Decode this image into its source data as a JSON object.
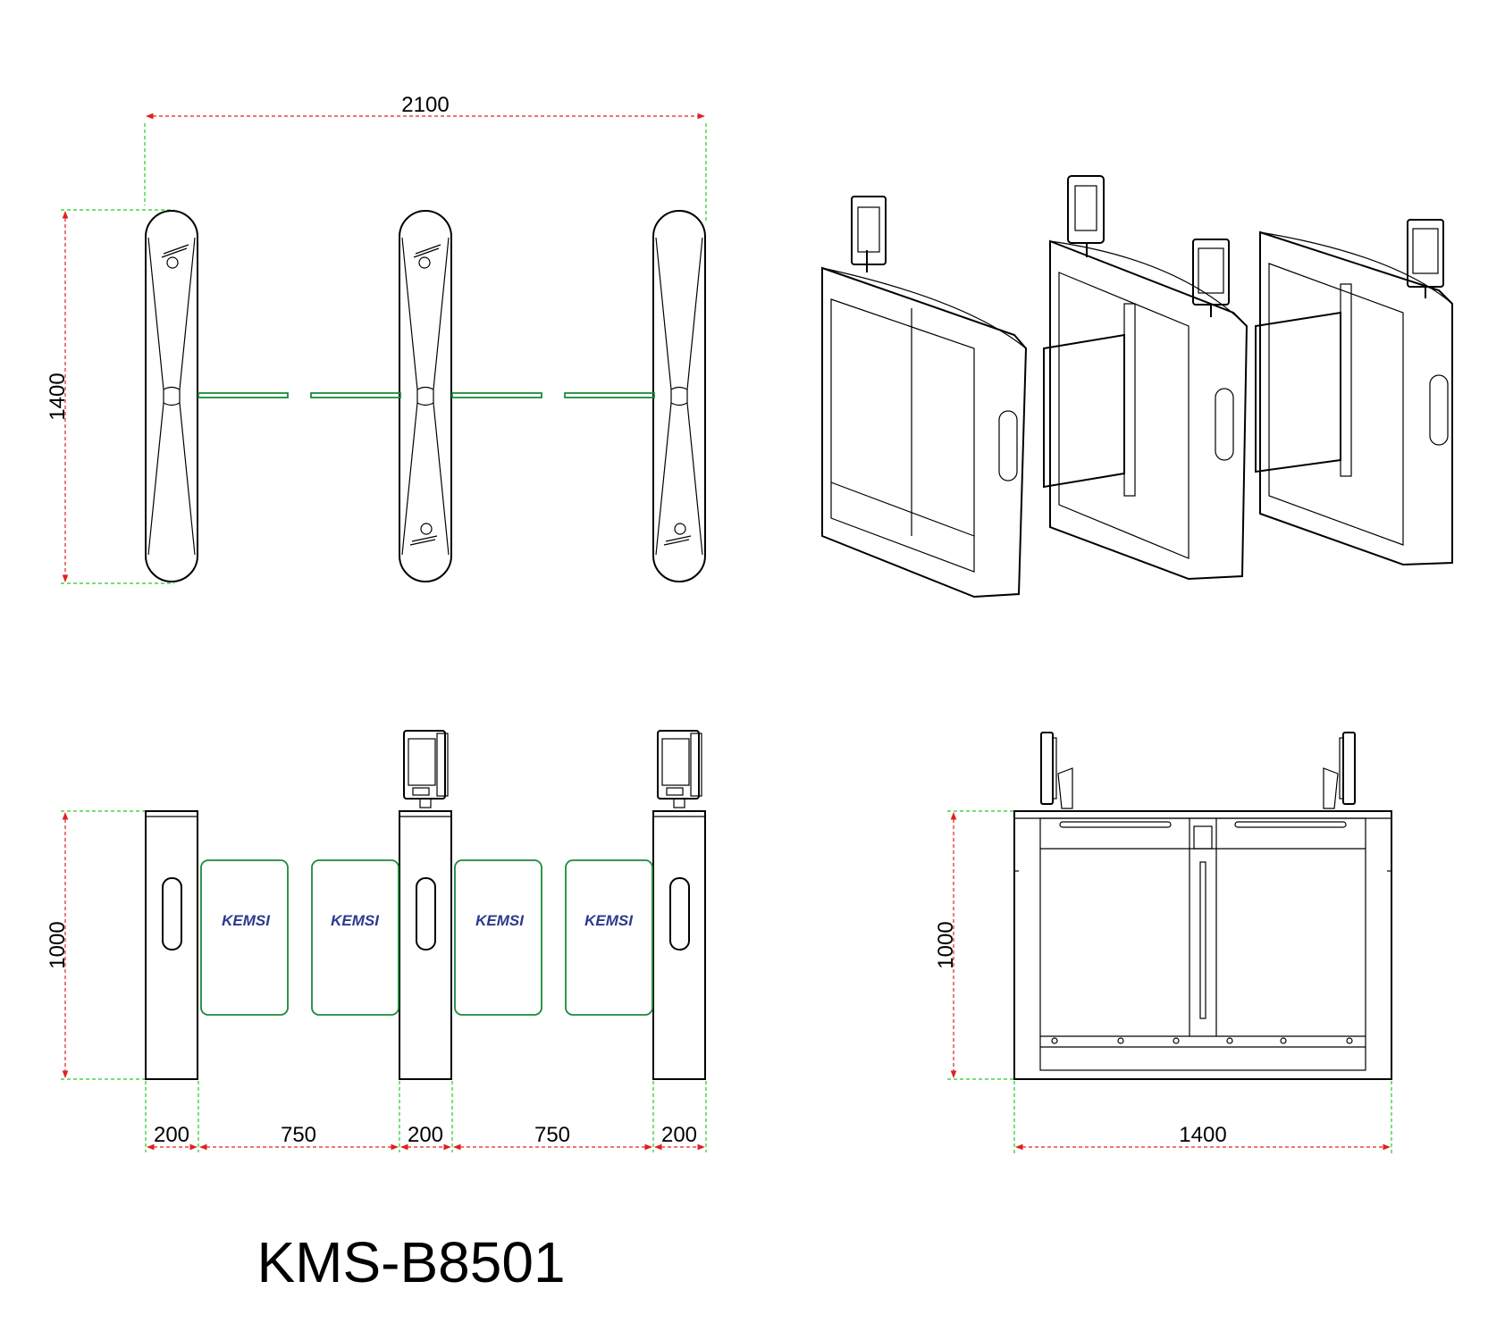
{
  "model": "KMS-B8501",
  "brand": "KEMSI",
  "colors": {
    "dimension_line": "#e02020",
    "extension_line": "#22cc22",
    "panel_outline": "#1a8a3a",
    "logo": "#2b3a8f"
  },
  "top_view": {
    "width_label": "2100",
    "depth_label": "1400"
  },
  "front_view": {
    "height_label": "1000",
    "cabinet_width_1": "200",
    "lane_width_1": "750",
    "cabinet_width_2": "200",
    "lane_width_2": "750",
    "cabinet_width_3": "200"
  },
  "side_view": {
    "height_label": "1000",
    "length_label": "1400"
  }
}
